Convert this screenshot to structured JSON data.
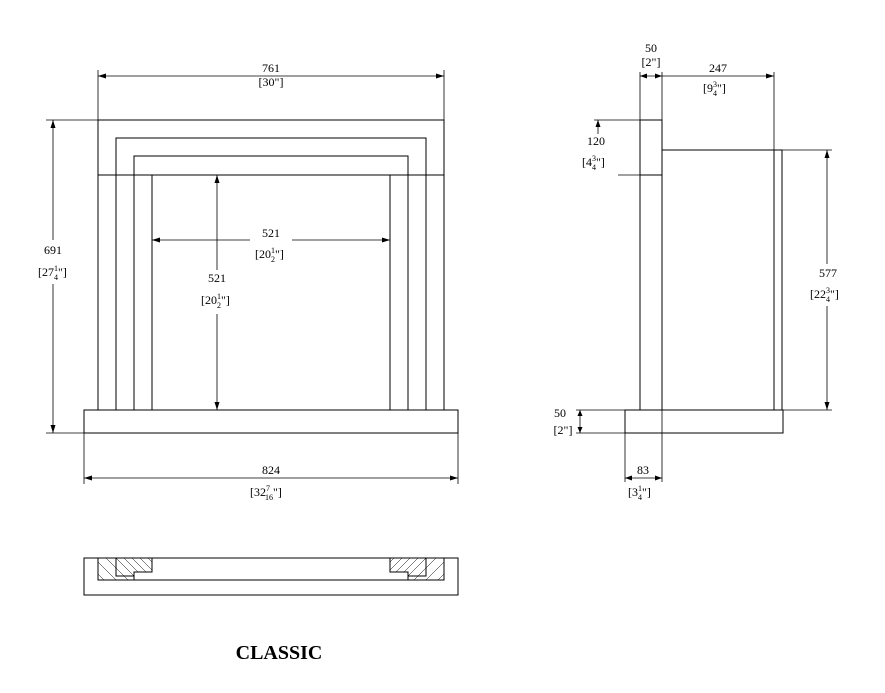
{
  "title": "CLASSIC",
  "front_view": {
    "overall_width": {
      "mm": "761",
      "in_text": "[30\"]"
    },
    "overall_height": {
      "mm": "691",
      "in_whole": "[27",
      "in_num": "1",
      "in_den": "4",
      "in_tail": "\"]"
    },
    "opening_width": {
      "mm": "521",
      "in_whole": "[20",
      "in_num": "1",
      "in_den": "2",
      "in_tail": "\"]"
    },
    "opening_height": {
      "mm": "521",
      "in_whole": "[20",
      "in_num": "1",
      "in_den": "2",
      "in_tail": "\"]"
    },
    "hearth_width": {
      "mm": "824",
      "in_whole": "[32",
      "in_num": "7",
      "in_den": "16",
      "in_tail": "\"]"
    }
  },
  "side_view": {
    "top_depth": {
      "mm": "50",
      "in_text": "[2\"]"
    },
    "projection": {
      "mm": "247",
      "in_whole": "[9",
      "in_num": "3",
      "in_den": "4",
      "in_tail": "\"]"
    },
    "frieze_height": {
      "mm": "120",
      "in_whole": "[4",
      "in_num": "3",
      "in_den": "4",
      "in_tail": "\"]"
    },
    "inner_height": {
      "mm": "577",
      "in_whole": "[22",
      "in_num": "3",
      "in_den": "4",
      "in_tail": "\"]"
    },
    "hearth_height": {
      "mm": "50",
      "in_text": "[2\"]"
    },
    "base_depth": {
      "mm": "83",
      "in_whole": "[3",
      "in_num": "1",
      "in_den": "4",
      "in_tail": "\"]"
    }
  }
}
